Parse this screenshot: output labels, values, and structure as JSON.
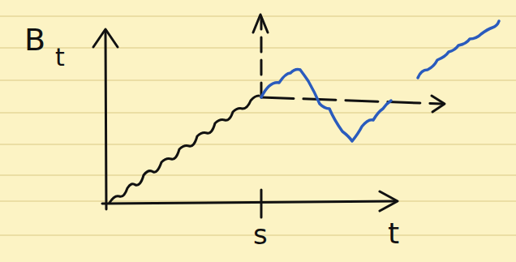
{
  "diagram": {
    "labels": [
      "B",
      "t",
      "s",
      "t"
    ]
  }
}
